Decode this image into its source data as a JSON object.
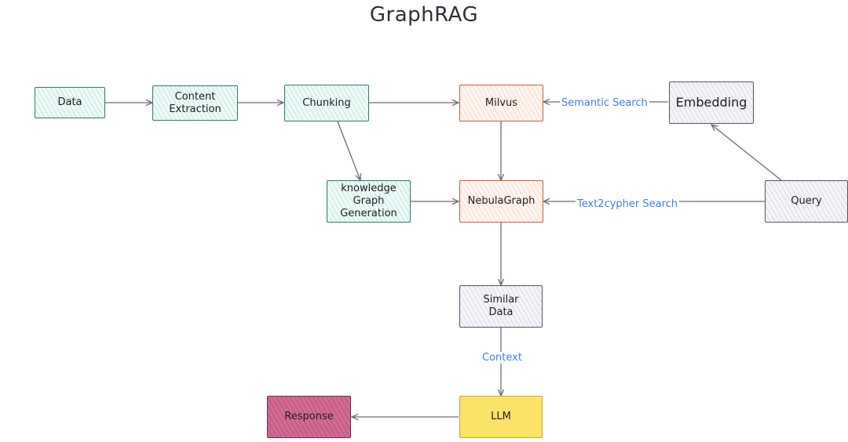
{
  "title": "GraphRAG",
  "nodes": {
    "data": "Data",
    "content_extraction": "Content\nExtraction",
    "chunking": "Chunking",
    "milvus": "Milvus",
    "embedding": "Embedding",
    "kg_generation": "knowledge\nGraph\nGeneration",
    "nebulagraph": "NebulaGraph",
    "query": "Query",
    "similar_data": "Similar\nData",
    "llm": "LLM",
    "response": "Response"
  },
  "edge_labels": {
    "semantic_search": "Semantic Search",
    "text2cypher_search": "Text2cypher Search",
    "context": "Context"
  }
}
